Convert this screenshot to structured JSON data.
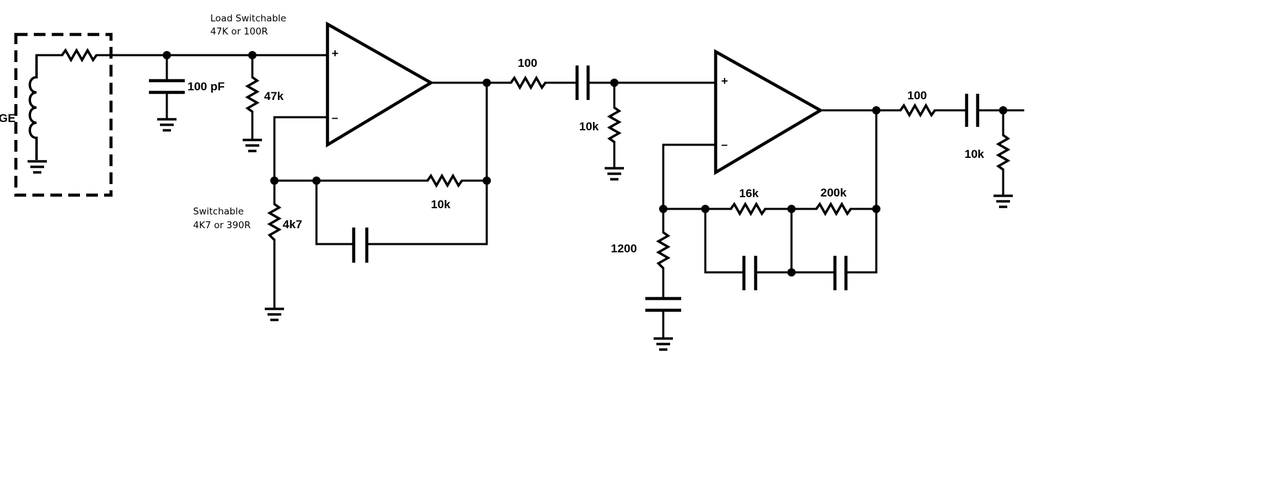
{
  "labels": {
    "cartridge_fragment": "GE",
    "load_note_line1": "Load Switchable",
    "load_note_line2": "47K or 100R",
    "cap_input": "100 pF",
    "res_load": "47k",
    "switch_note_line1": "Switchable",
    "switch_note_line2": "4K7 or 390R",
    "res_4k7": "4k7",
    "res_fb1": "10k",
    "res_series1": "100",
    "res_shunt1": "10k",
    "res_1200": "1200",
    "res_16k": "16k",
    "res_200k": "200k",
    "res_series2": "100",
    "res_shunt2": "10k",
    "opamp1_plus": "+",
    "opamp1_minus": "–",
    "opamp2_plus": "+",
    "opamp2_minus": "–"
  }
}
